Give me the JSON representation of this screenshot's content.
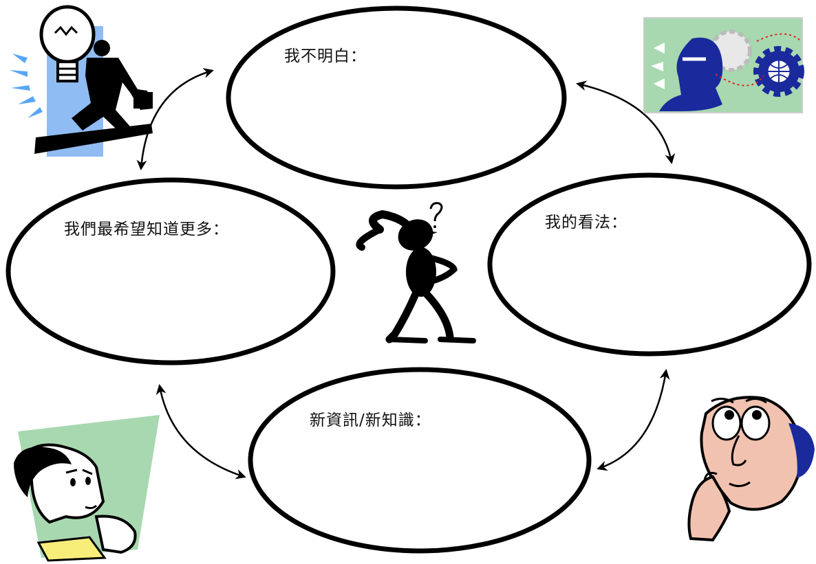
{
  "diagram": {
    "top_label": "我不明白：",
    "left_label": "我們最希望知道更多：",
    "right_label": "我的看法：",
    "bottom_label": "新資訊/新知識："
  },
  "colors": {
    "outline": "#000000",
    "bulb_panel": "#8fbcf2",
    "ray_blue": "#5aa6f5",
    "green_panel": "#a8d8b0",
    "gear_blue": "#1a2a9c",
    "skin": "#f2c2b0",
    "collar": "#f7ee7a"
  },
  "icons": [
    "lightbulb-businessman-icon",
    "gears-head-icon",
    "thinking-stickman-icon",
    "pondering-man-icon",
    "looking-up-man-icon"
  ]
}
